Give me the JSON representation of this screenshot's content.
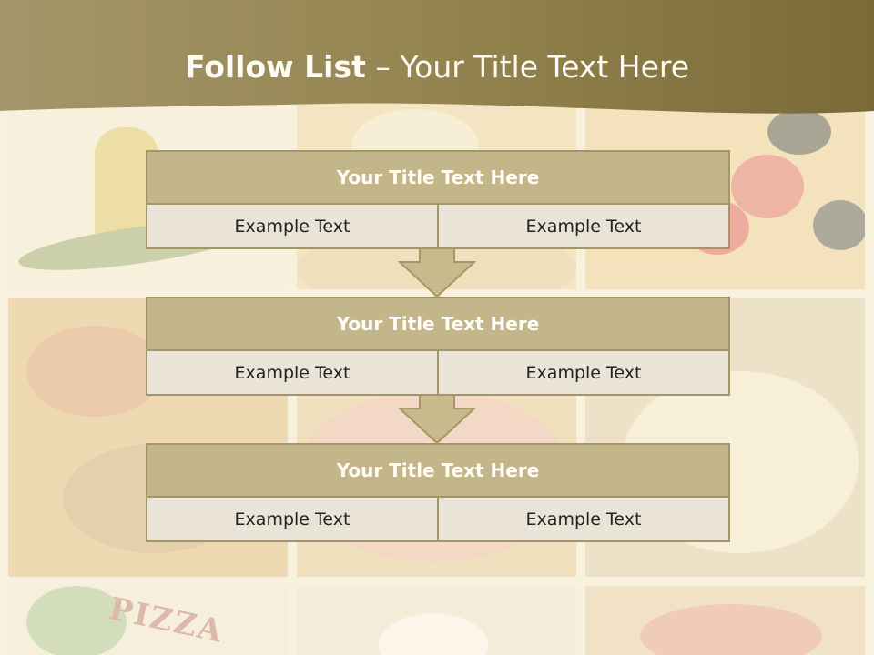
{
  "slide": {
    "title_bold": "Follow List",
    "title_rest": " – Your Title Text Here",
    "colors": {
      "header": "#7c6c40",
      "box_title": "#c3b68b",
      "box_border": "#a69667",
      "cell": "#e9e4d7",
      "arrow": "#c8ba8c"
    }
  },
  "background": {
    "tiles": [
      "olive-oil-photo",
      "pizza-photo",
      "tomato-olive-photo",
      "pizza-slice-photo",
      "pizza-plate-photo",
      "dough-photo",
      "pizza-sign-photo",
      "mozzarella-photo",
      "margherita-photo"
    ],
    "sign_text": "PIZZA"
  },
  "blocks": [
    {
      "title": "Your Title Text Here",
      "left": "Example Text",
      "right": "Example Text"
    },
    {
      "title": "Your Title Text Here",
      "left": "Example Text",
      "right": "Example Text"
    },
    {
      "title": "Your Title Text Here",
      "left": "Example Text",
      "right": "Example Text"
    }
  ]
}
